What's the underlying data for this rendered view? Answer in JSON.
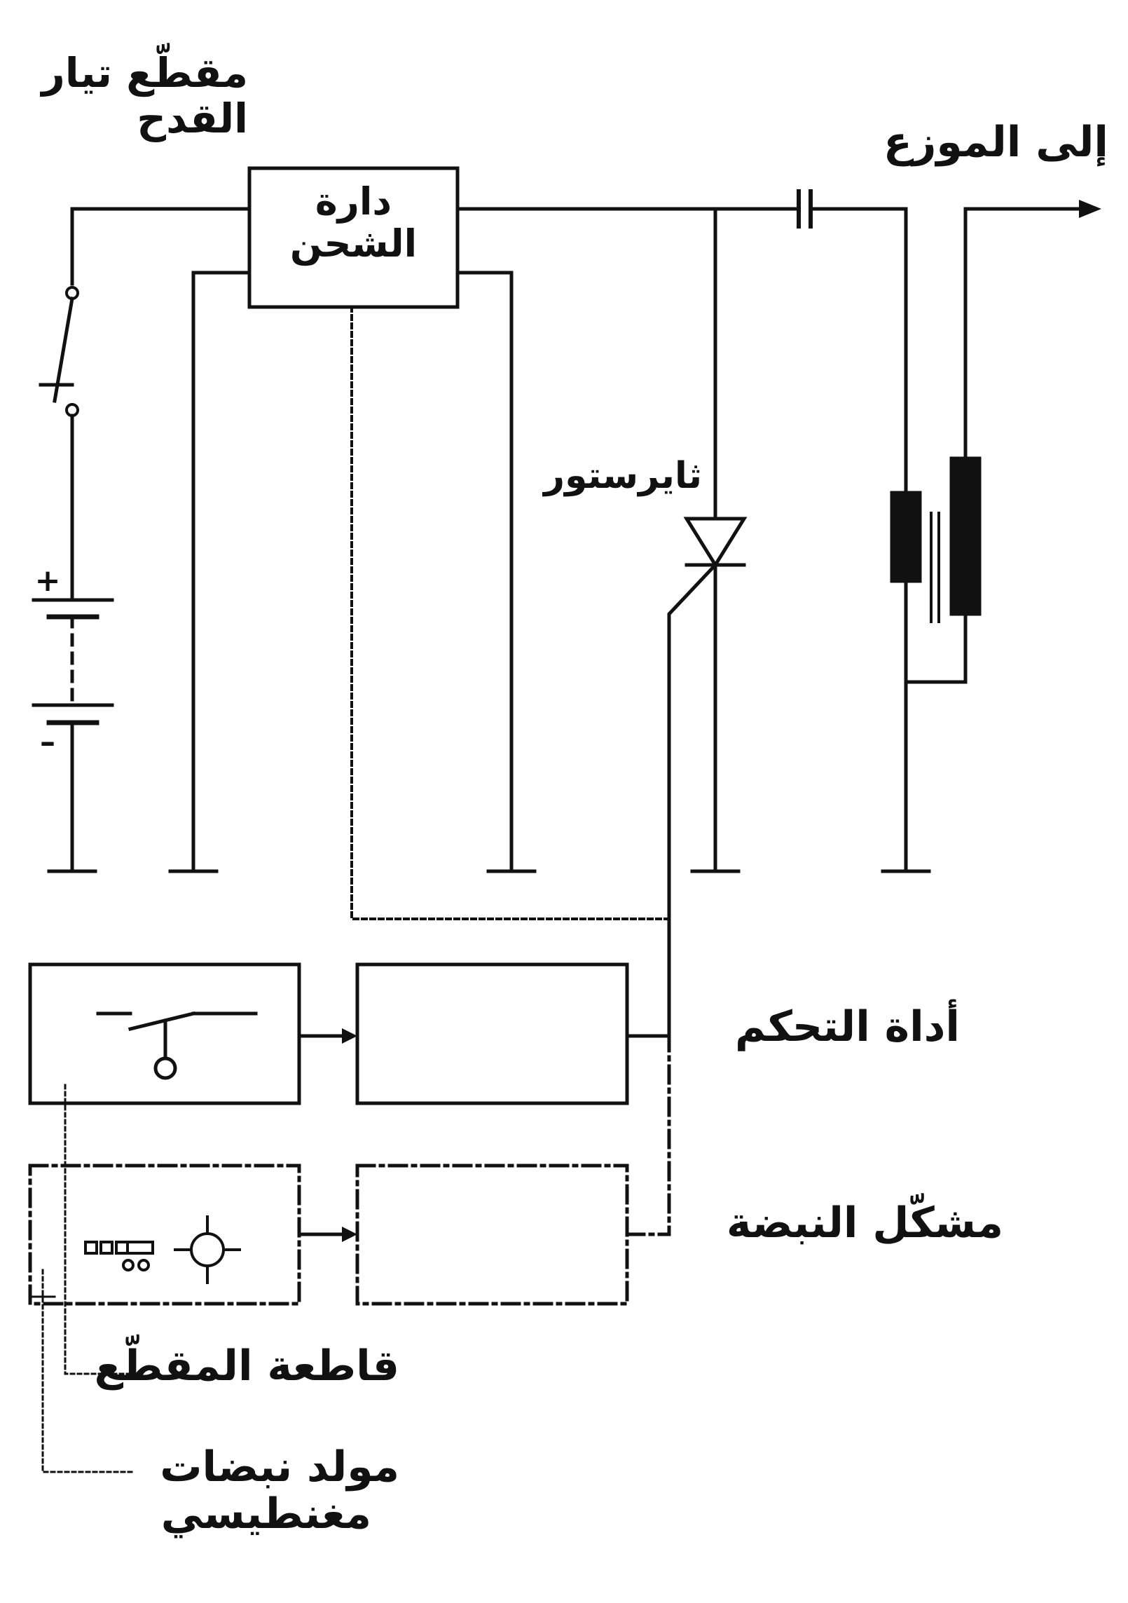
{
  "labels": {
    "breaker_contact": [
      "مقطّع تيار",
      "القدح"
    ],
    "charging_circuit": [
      "دارة",
      "الشحن"
    ],
    "to_distributor": "إلى الموزع",
    "thyristor": "ثايرستور",
    "control_device": "أداة التحكم",
    "pulse_shaper": "مشكّل النبضة",
    "breaker_switch": "قاطعة المقطّع",
    "magnetic_pulse_generator": [
      "مولد نبضات",
      "مغنطيسي"
    ]
  },
  "battery_polarity": {
    "positive": "+",
    "negative": "–"
  },
  "colors": {
    "line": "#111111",
    "background": "#ffffff"
  }
}
